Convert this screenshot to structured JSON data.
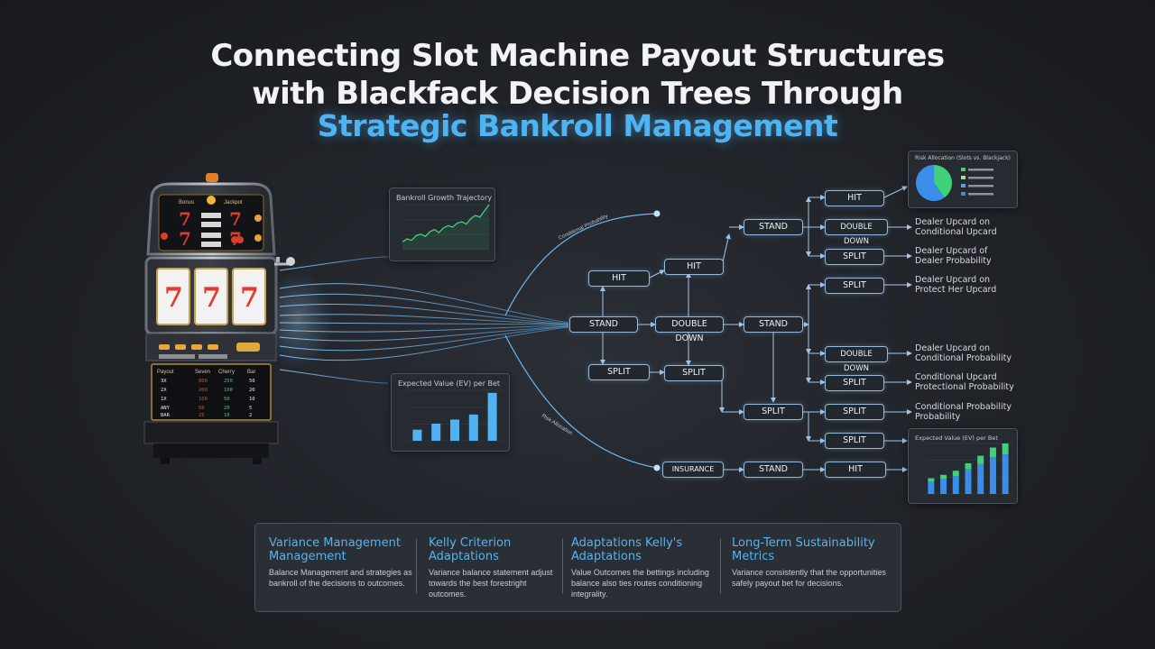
{
  "title": {
    "line1": "Connecting Slot Machine Payout Structures",
    "line2": "with Blackfack Decision Trees Through",
    "line3": "Strategic Bankroll Management"
  },
  "colors": {
    "accent": "#4fb3f2",
    "green": "#3fd27a",
    "bg": "#1f2227"
  },
  "slot_machine": {
    "reel_symbols": [
      "7",
      "7",
      "7"
    ],
    "paytable_headers": [
      "Payout",
      "Seven",
      "Cherry",
      "Bar"
    ],
    "icons": [
      "cherry-icon",
      "bell-icon",
      "bar-icon"
    ]
  },
  "chart_data": [
    {
      "type": "line",
      "title": "Bankroll Growth Trajectory",
      "x": [
        1,
        2,
        3,
        4,
        5,
        6,
        7,
        8,
        9,
        10,
        11,
        12,
        13,
        14,
        15,
        16,
        17,
        18,
        19,
        20
      ],
      "y": [
        10,
        14,
        12,
        18,
        20,
        17,
        23,
        26,
        22,
        28,
        31,
        29,
        34,
        36,
        33,
        40,
        44,
        42,
        50,
        58
      ],
      "color": "#3fd27a"
    },
    {
      "type": "bar",
      "title": "Expected Value (EV) per Bet",
      "values": [
        22,
        34,
        42,
        52,
        95
      ],
      "color": "#4fb3f2"
    },
    {
      "type": "pie",
      "title": "Risk Allocation (Slots vs. Blackjack)",
      "values": [
        40,
        60
      ],
      "colors": [
        "#3fd27a",
        "#3a8ee8"
      ]
    },
    {
      "type": "bar",
      "title": "Expected Value (EV) per Bet",
      "series": [
        {
          "values": [
            18,
            22,
            26,
            36,
            44,
            54,
            58
          ]
        },
        {
          "values": [
            5,
            6,
            8,
            9,
            12,
            14,
            16
          ]
        }
      ],
      "colors": [
        "#3a8ee8",
        "#3fd27a"
      ]
    }
  ],
  "flow_labels": {
    "upper": "Conditional Probability",
    "lower": "Risk Allocation"
  },
  "tree": {
    "stand_root": "STAND",
    "double_down_mid": "DOUBLE DOWN",
    "stand_mid": "STAND",
    "hit_left": "HIT",
    "split_left": "SPLIT",
    "hit_mid": "HIT",
    "split_mid": "SPLIT",
    "stand_top": "STAND",
    "hit_top": "HIT",
    "double_down_top": "DOUBLE DOWN",
    "split_top": "SPLIT",
    "split_r1": "SPLIT",
    "double_down_r2": "DOUBLE DOWN",
    "split_r3": "SPLIT",
    "split_low": "SPLIT",
    "split_r4": "SPLIT",
    "split_r5": "SPLIT",
    "bottom_start": "INSURANCE",
    "stand_bottom": "STAND",
    "hit_bottom": "HIT"
  },
  "outcomes": {
    "o1": "Dealer Upcard on\nConditional Upcard",
    "o2": "Dealer Upcard of\nDealer Probability",
    "o3": "Dealer Upcard on\nProtect Her Upcard",
    "o4": "Dealer Upcard on\nConditional Probability",
    "o5": "Conditional Upcard\nProtectional Probability",
    "o6": "Conditional Probability\nProbability"
  },
  "bottom_panel": [
    {
      "heading": "Variance Management Management",
      "body": "Balance Management and strategies as bankroll of the decisions to outcomes."
    },
    {
      "heading": "Kelly Criterion Adaptations",
      "body": "Variance balance statement adjust towards the best forestright outcomes."
    },
    {
      "heading": "Adaptations Kelly's Adaptations",
      "body": "Value Outcomes the bettings including balance also ties routes conditioning integrality."
    },
    {
      "heading": "Long-Term Sustainability Metrics",
      "body": "Variance consistently that the opportunities safely payout bet for decisions."
    }
  ]
}
